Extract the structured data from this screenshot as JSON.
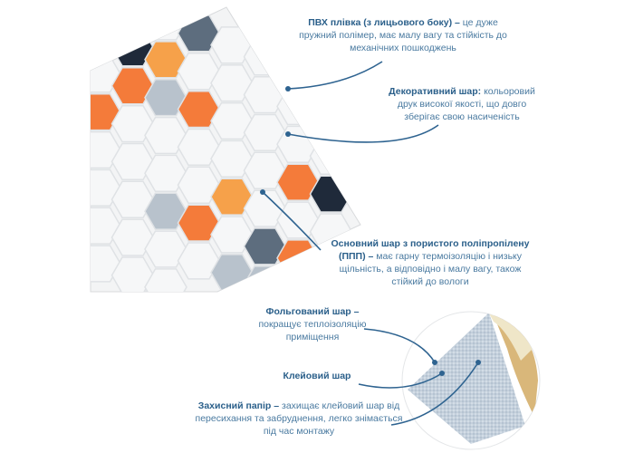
{
  "colors": {
    "accent_text": "#2a5f8a",
    "body_text": "#4a7aa0",
    "line": "#2e6390",
    "orange": "#f47b3a",
    "light_orange": "#f6a14a",
    "grey": "#b8c2cc",
    "slate": "#5d6d7e",
    "navy": "#1f2a3a"
  },
  "labels": [
    {
      "title": "ПВХ плівка (з лицьового боку) –",
      "text": "це дуже пружний полімер, має малу вагу та стійкість до механічних пошкоджень"
    },
    {
      "title": "Декоративний шар:",
      "text": "кольоровий друк високої якості, що довго зберігає свою насиченість"
    },
    {
      "title": "Основний шар з пористого поліпропілену (ППП) –",
      "text": "має гарну термоізоляцію і низьку щільність, а відповідно і малу вагу, також стійкий до вологи"
    },
    {
      "title": "Фольгований шар –",
      "text": "покращує теплоізоляцію приміщення"
    },
    {
      "title": "Клейовий шар",
      "text": ""
    },
    {
      "title": "Захисний папір –",
      "text": "захищає клейовий шар від пересихання та забруднення, легко знімається під час монтажу"
    }
  ]
}
